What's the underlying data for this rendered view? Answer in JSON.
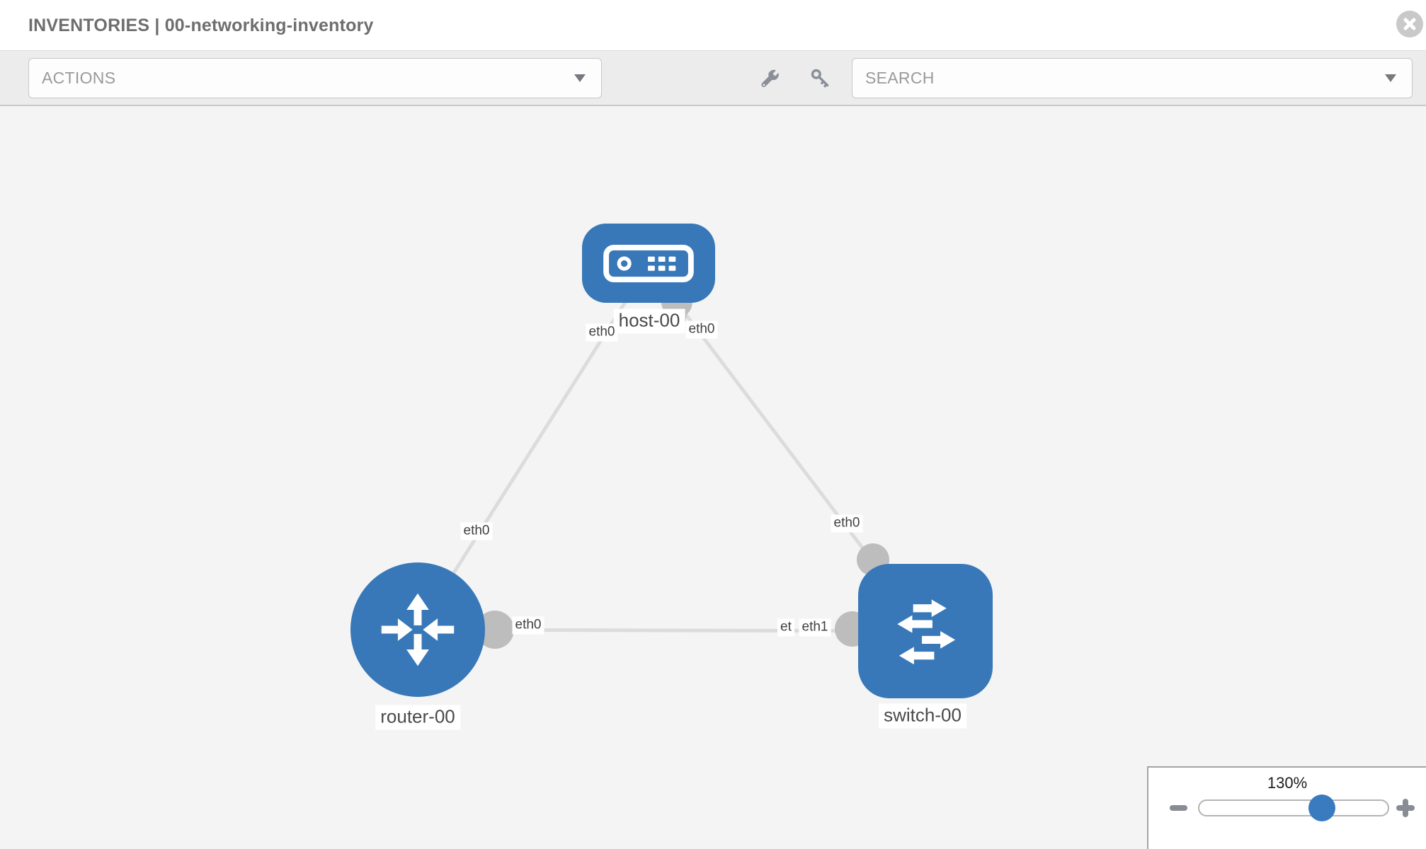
{
  "header": {
    "title": "INVENTORIES | 00-networking-inventory"
  },
  "toolbar": {
    "actions_label": "ACTIONS",
    "search_label": "SEARCH",
    "icons": [
      "wrench-icon",
      "key-icon"
    ]
  },
  "canvas": {
    "nodes": [
      {
        "id": "host-00",
        "type": "host",
        "label": "host-00",
        "icon": "server-icon",
        "shape": "rounded-rect",
        "color": "#3878b8"
      },
      {
        "id": "router-00",
        "type": "router",
        "label": "router-00",
        "icon": "router-arrows-icon",
        "shape": "circle",
        "color": "#3878b8"
      },
      {
        "id": "switch-00",
        "type": "switch",
        "label": "switch-00",
        "icon": "switch-arrows-icon",
        "shape": "rounded-square",
        "color": "#3878b8"
      }
    ],
    "links": [
      {
        "source": "host-00",
        "target": "router-00",
        "source_interface": "eth0",
        "target_interface": "eth0"
      },
      {
        "source": "host-00",
        "target": "switch-00",
        "source_interface": "eth0",
        "target_interface": "eth0"
      },
      {
        "source": "router-00",
        "target": "switch-00",
        "source_interface": "eth0",
        "target_interface": "eth1",
        "target_overlap_fragment": "et"
      }
    ]
  },
  "zoom_control": {
    "value_label": "130%",
    "percent": 130,
    "minus_icon": "minus-icon",
    "plus_icon": "plus-icon"
  },
  "colors": {
    "node_blue": "#3878b8",
    "link_gray": "#dcdcdc",
    "connector_gray": "#bdbdbd",
    "toolbar_bg": "#ececec",
    "canvas_bg": "#f4f4f5",
    "accent": "#3a7abe"
  }
}
